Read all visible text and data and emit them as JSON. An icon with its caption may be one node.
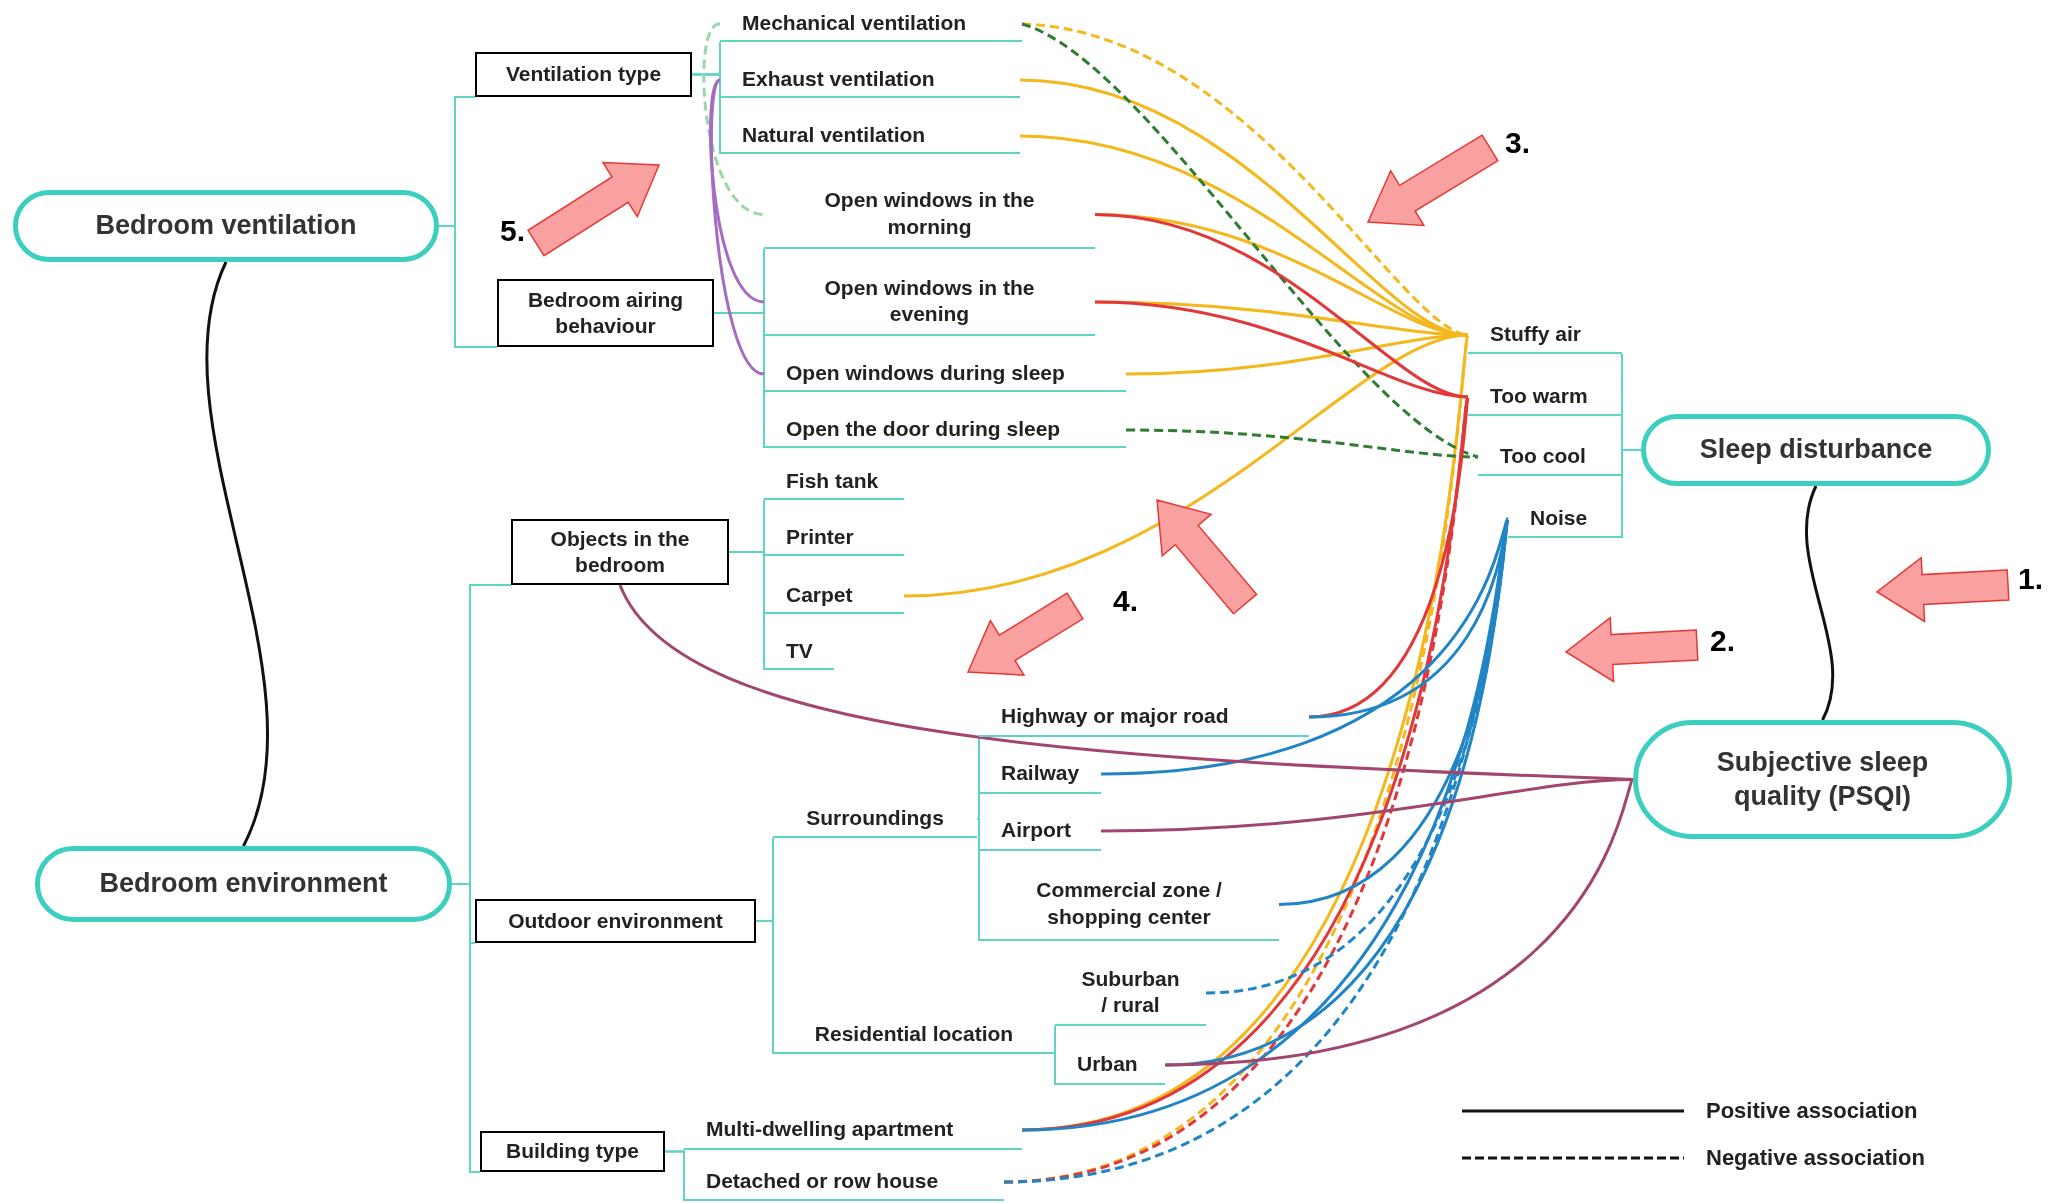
{
  "diagram": {
    "nodes": [
      {
        "text": [
          "Bedroom ventilation"
        ]
      },
      {
        "text": [
          "Ventilation type"
        ]
      },
      {
        "text": [
          "Mechanical ventilation"
        ]
      },
      {
        "text": [
          "Exhaust ventilation"
        ]
      },
      {
        "text": [
          "Natural ventilation"
        ]
      },
      {
        "text": [
          "Bedroom airing behaviour"
        ]
      },
      {
        "text": [
          "Open windows in the morning"
        ]
      },
      {
        "text": [
          "Open windows in the evening"
        ]
      },
      {
        "text": [
          "Open windows during sleep"
        ]
      },
      {
        "text": [
          "Open the door during sleep"
        ]
      },
      {
        "text": [
          "Objects in the bedroom"
        ]
      },
      {
        "text": [
          "Fish tank"
        ]
      },
      {
        "text": [
          "Printer"
        ]
      },
      {
        "text": [
          "Carpet"
        ]
      },
      {
        "text": [
          "TV"
        ]
      },
      {
        "text": [
          "Bedroom environment"
        ]
      },
      {
        "text": [
          "Outdoor environment"
        ]
      },
      {
        "text": [
          "Surroundings"
        ]
      },
      {
        "text": [
          "Highway or major road"
        ]
      },
      {
        "text": [
          "Railway"
        ]
      },
      {
        "text": [
          "Airport"
        ]
      },
      {
        "text": [
          "Commercial zone / shopping center"
        ]
      },
      {
        "text": [
          "Residential location"
        ]
      },
      {
        "text": [
          "Suburban / rural"
        ]
      },
      {
        "text": [
          "Urban"
        ]
      },
      {
        "text": [
          "Building type"
        ]
      },
      {
        "text": [
          "Multi-dwelling apartment"
        ]
      },
      {
        "text": [
          "Detached or row house"
        ]
      },
      {
        "text": [
          "Stuffy air"
        ]
      },
      {
        "text": [
          "Too warm"
        ]
      },
      {
        "text": [
          "Too cool"
        ]
      },
      {
        "text": [
          "Noise"
        ]
      },
      {
        "text": [
          "Sleep disturbance"
        ]
      },
      {
        "text": [
          "Subjective sleep quality (PSQI)"
        ]
      }
    ],
    "edges": [
      {
        "from": 0,
        "to": 1,
        "arrow": "none"
      },
      {
        "from": 0,
        "to": 5,
        "arrow": "none"
      },
      {
        "from": 1,
        "to": 2,
        "arrow": "none"
      },
      {
        "from": 1,
        "to": 3,
        "arrow": "none"
      },
      {
        "from": 1,
        "to": 4,
        "arrow": "none"
      },
      {
        "from": 5,
        "to": 6,
        "arrow": "none"
      },
      {
        "from": 5,
        "to": 7,
        "arrow": "none"
      },
      {
        "from": 5,
        "to": 8,
        "arrow": "none"
      },
      {
        "from": 5,
        "to": 9,
        "arrow": "none"
      },
      {
        "from": 15,
        "to": 10,
        "arrow": "none"
      },
      {
        "from": 15,
        "to": 16,
        "arrow": "none"
      },
      {
        "from": 15,
        "to": 25,
        "arrow": "none"
      },
      {
        "from": 10,
        "to": 11,
        "arrow": "none"
      },
      {
        "from": 10,
        "to": 12,
        "arrow": "none"
      },
      {
        "from": 10,
        "to": 13,
        "arrow": "none"
      },
      {
        "from": 10,
        "to": 14,
        "arrow": "none"
      },
      {
        "from": 16,
        "to": 17,
        "arrow": "none"
      },
      {
        "from": 16,
        "to": 22,
        "arrow": "none"
      },
      {
        "from": 17,
        "to": 18,
        "arrow": "none"
      },
      {
        "from": 17,
        "to": 19,
        "arrow": "none"
      },
      {
        "from": 17,
        "to": 20,
        "arrow": "none"
      },
      {
        "from": 17,
        "to": 21,
        "arrow": "none"
      },
      {
        "from": 22,
        "to": 23,
        "arrow": "none"
      },
      {
        "from": 22,
        "to": 24,
        "arrow": "none"
      },
      {
        "from": 25,
        "to": 26,
        "arrow": "none"
      },
      {
        "from": 25,
        "to": 27,
        "arrow": "none"
      },
      {
        "from": 32,
        "to": 28,
        "arrow": "none"
      },
      {
        "from": 32,
        "to": 29,
        "arrow": "none"
      },
      {
        "from": 32,
        "to": 30,
        "arrow": "none"
      },
      {
        "from": 32,
        "to": 31,
        "arrow": "none"
      },
      {
        "from": 0,
        "to": 15,
        "arrow": "none",
        "color": "#111111"
      },
      {
        "from": 32,
        "to": 33,
        "arrow": "none",
        "color": "#111111"
      },
      {
        "from": 2,
        "to": 28,
        "arrow": "none",
        "style": "dashed",
        "color": "#f4b71c"
      },
      {
        "from": 3,
        "to": 28,
        "arrow": "none",
        "color": "#f4b71c"
      },
      {
        "from": 4,
        "to": 28,
        "arrow": "none",
        "color": "#f4b71c"
      },
      {
        "from": 6,
        "to": 28,
        "arrow": "none",
        "color": "#f4b71c"
      },
      {
        "from": 7,
        "to": 28,
        "arrow": "none",
        "color": "#f4b71c"
      },
      {
        "from": 8,
        "to": 28,
        "arrow": "none",
        "color": "#f4b71c"
      },
      {
        "from": 13,
        "to": 28,
        "arrow": "none",
        "color": "#f4b71c"
      },
      {
        "from": 26,
        "to": 28,
        "arrow": "none",
        "color": "#f4b71c"
      },
      {
        "from": 27,
        "to": 28,
        "arrow": "none",
        "style": "dashed",
        "color": "#f4b71c"
      },
      {
        "from": 2,
        "to": 30,
        "arrow": "none",
        "style": "dashed",
        "color": "#2e7d32"
      },
      {
        "from": 9,
        "to": 30,
        "arrow": "none",
        "style": "dashed",
        "color": "#2e7d32"
      },
      {
        "from": 6,
        "to": 29,
        "arrow": "none",
        "color": "#e0383b"
      },
      {
        "from": 7,
        "to": 29,
        "arrow": "none",
        "color": "#e0383b"
      },
      {
        "from": 18,
        "to": 29,
        "arrow": "none",
        "color": "#e0383b"
      },
      {
        "from": 26,
        "to": 29,
        "arrow": "none",
        "color": "#e0383b"
      },
      {
        "from": 27,
        "to": 29,
        "arrow": "none",
        "style": "dashed",
        "color": "#e0383b"
      },
      {
        "from": 18,
        "to": 31,
        "arrow": "none",
        "color": "#2185c5"
      },
      {
        "from": 19,
        "to": 31,
        "arrow": "none",
        "color": "#2185c5"
      },
      {
        "from": 21,
        "to": 31,
        "arrow": "none",
        "color": "#2185c5"
      },
      {
        "from": 24,
        "to": 31,
        "arrow": "none",
        "color": "#2185c5"
      },
      {
        "from": 26,
        "to": 31,
        "arrow": "none",
        "color": "#2185c5"
      },
      {
        "from": 27,
        "to": 31,
        "arrow": "none",
        "style": "dashed",
        "color": "#2185c5"
      },
      {
        "from": 23,
        "to": 31,
        "arrow": "none",
        "style": "dashed",
        "color": "#2185c5"
      },
      {
        "from": 10,
        "to": 33,
        "arrow": "none",
        "color": "#a2466f"
      },
      {
        "from": 20,
        "to": 33,
        "arrow": "none",
        "color": "#a2466f"
      },
      {
        "from": 24,
        "to": 33,
        "arrow": "none",
        "color": "#a2466f"
      },
      {
        "from": 2,
        "to": 6,
        "arrow": "none",
        "style": "dashed",
        "color": "#99d8a8"
      },
      {
        "from": 3,
        "to": 7,
        "arrow": "none",
        "color": "#a56cc1"
      },
      {
        "from": 3,
        "to": 8,
        "arrow": "none",
        "color": "#a56cc1"
      }
    ],
    "labels": [
      "3.",
      "5.",
      "1.",
      "4.",
      "2."
    ],
    "legend": [
      {
        "text": "Positive association"
      },
      {
        "text": "Negative association"
      }
    ]
  }
}
